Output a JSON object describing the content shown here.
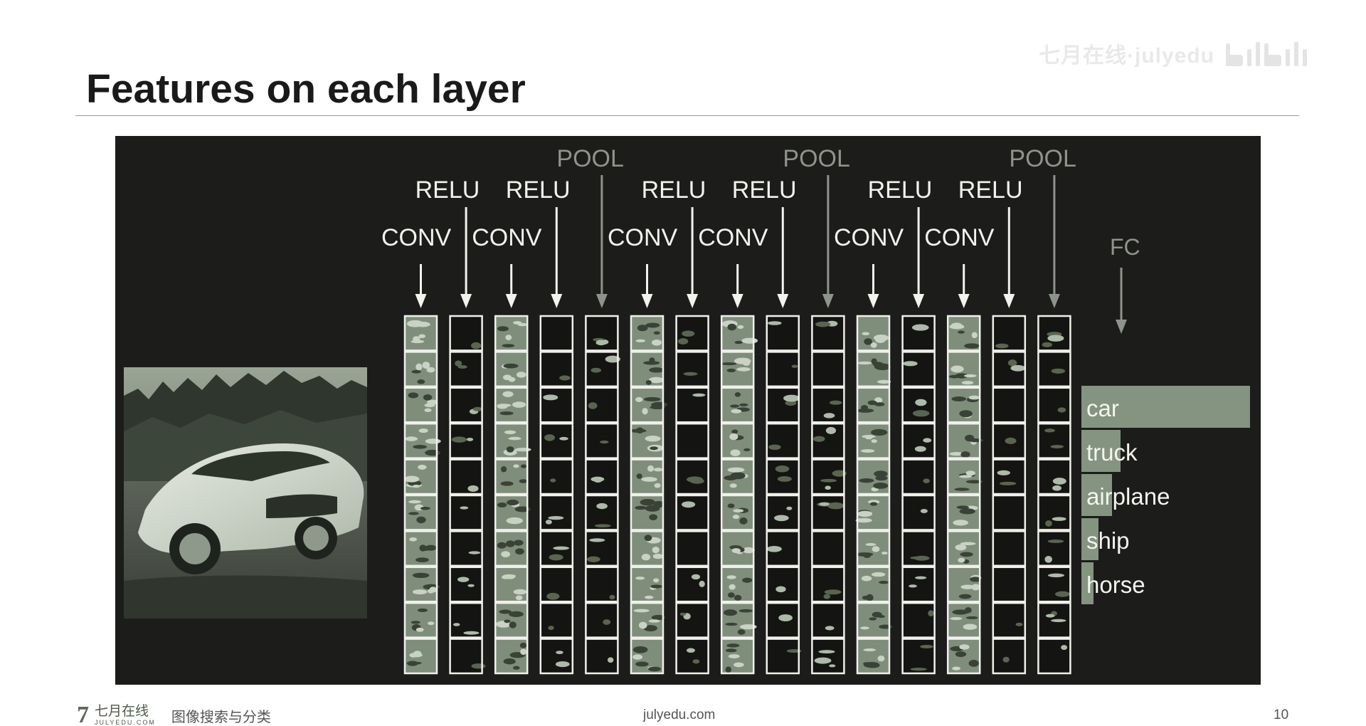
{
  "watermark": {
    "text": "七月在线·julyedu",
    "logo_icon": "bilibili-logo-icon"
  },
  "slide": {
    "title": "Features on each layer",
    "page_number": "10"
  },
  "figure": {
    "photo_icon": "car-photo",
    "layer_labels": [
      {
        "text": "CONV",
        "kind": "conv"
      },
      {
        "text": "CONV",
        "kind": "conv"
      },
      {
        "text": "CONV",
        "kind": "conv"
      },
      {
        "text": "CONV",
        "kind": "conv"
      },
      {
        "text": "CONV",
        "kind": "conv"
      },
      {
        "text": "CONV",
        "kind": "conv"
      },
      {
        "text": "RELU",
        "kind": "relu"
      },
      {
        "text": "RELU",
        "kind": "relu"
      },
      {
        "text": "RELU",
        "kind": "relu"
      },
      {
        "text": "RELU",
        "kind": "relu"
      },
      {
        "text": "RELU",
        "kind": "relu"
      },
      {
        "text": "RELU",
        "kind": "relu"
      },
      {
        "text": "POOL",
        "kind": "pool"
      },
      {
        "text": "POOL",
        "kind": "pool"
      },
      {
        "text": "POOL",
        "kind": "pool"
      },
      {
        "text": "FC",
        "kind": "fc"
      }
    ],
    "column_sequence": [
      "conv",
      "relu",
      "conv",
      "relu",
      "pool",
      "conv",
      "relu",
      "conv",
      "relu",
      "pool",
      "conv",
      "relu",
      "conv",
      "relu",
      "pool"
    ],
    "rows_per_column": 10,
    "fc_outputs": [
      {
        "label": "car",
        "score": 1.0
      },
      {
        "label": "truck",
        "score": 0.23
      },
      {
        "label": "airplane",
        "score": 0.18
      },
      {
        "label": "ship",
        "score": 0.1
      },
      {
        "label": "horse",
        "score": 0.07
      }
    ],
    "colors": {
      "background": "#1c1c1a",
      "feature_tint": "#8a9a86",
      "bar": "#849480",
      "arrow_white": "#f2f2ee",
      "arrow_gray": "#8e938b"
    }
  },
  "footer": {
    "logo_mark": "7",
    "brand_cn": "七月在线",
    "brand_en": "JULYEDU.COM",
    "section": "图像搜索与分类",
    "url": "julyedu.com"
  }
}
